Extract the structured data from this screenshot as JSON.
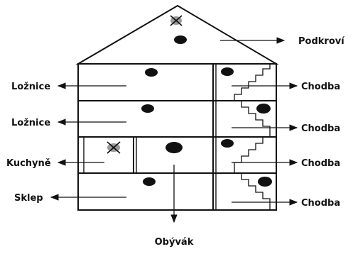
{
  "colors": {
    "line": "#111111",
    "detector": "#111111",
    "crossed_detector": "#9a9a9a",
    "background": "#ffffff"
  },
  "labels": {
    "attic": "Podkroví",
    "bedroom_upper": "Ložnice",
    "bedroom_lower": "Ložnice",
    "kitchen": "Kuchyně",
    "cellar": "Sklep",
    "living_room": "Obývák",
    "hallway_1": "Chodba",
    "hallway_2": "Chodba",
    "hallway_3": "Chodba",
    "hallway_4": "Chodba"
  },
  "markers": {
    "detector_icon": "filled-ellipse",
    "crossed_detector_icon": "crossed-ellipse"
  }
}
